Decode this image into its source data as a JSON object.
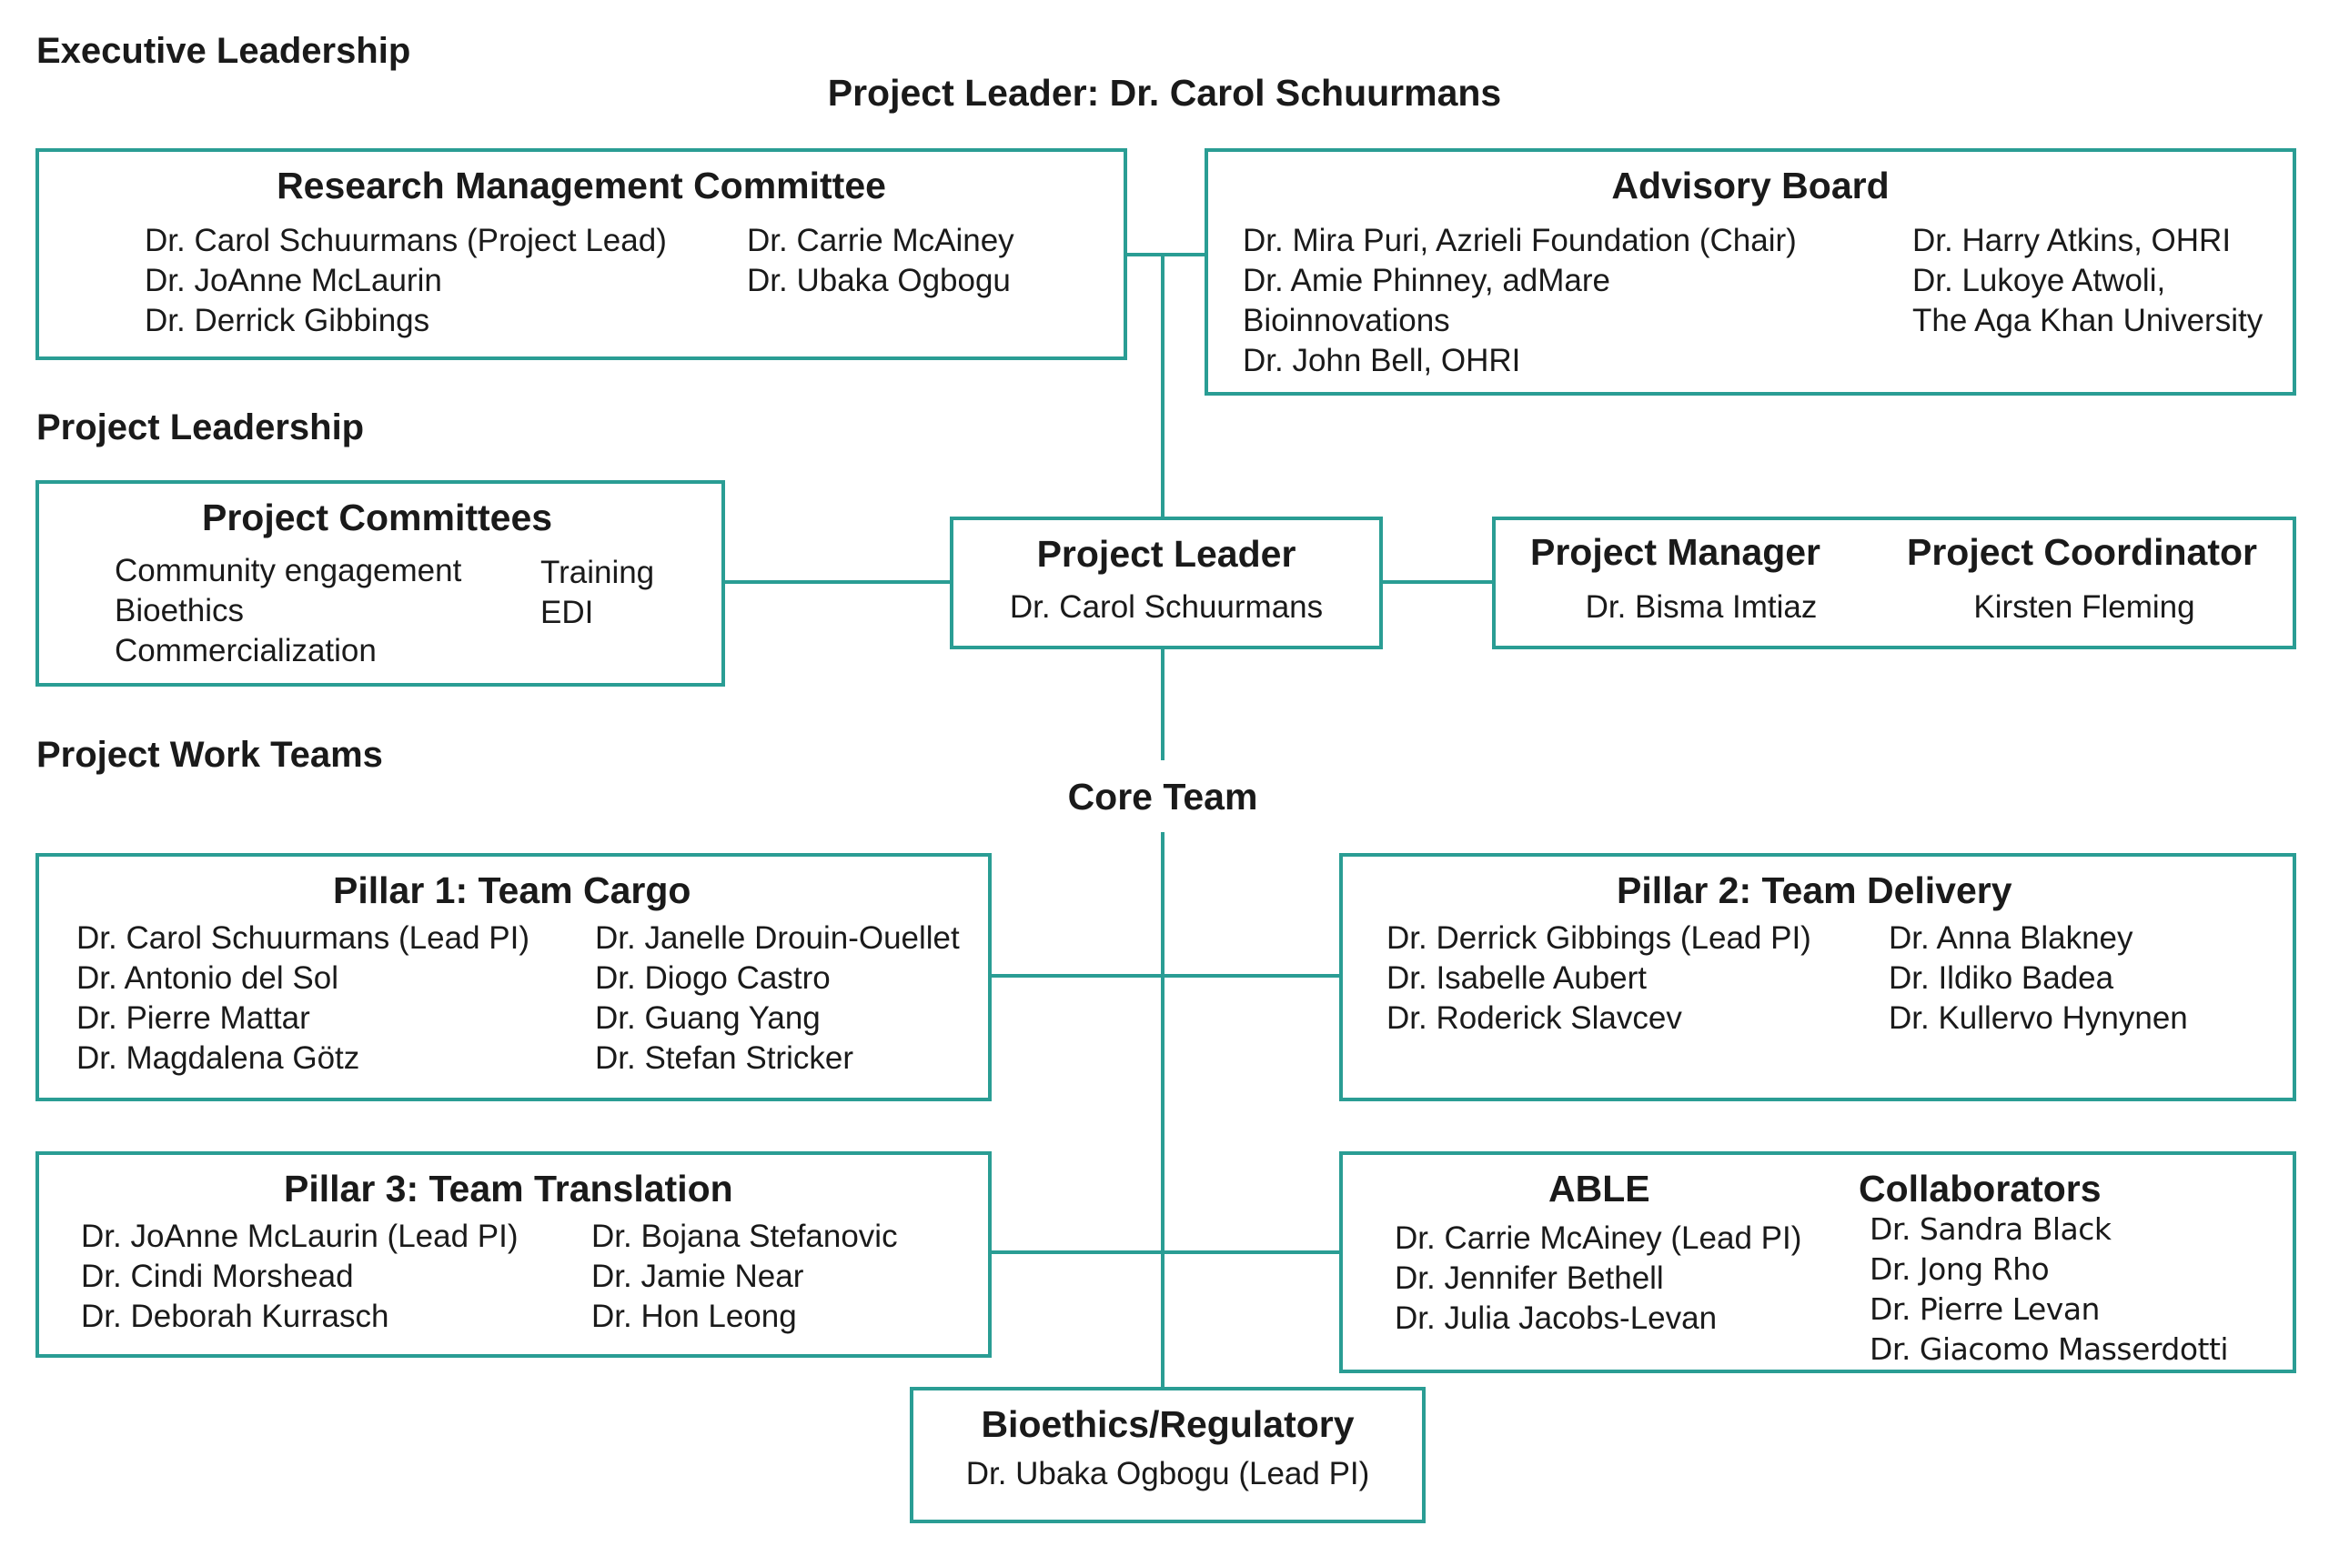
{
  "sections": {
    "executive": "Executive Leadership",
    "project_leadership": "Project Leadership",
    "work_teams": "Project Work Teams"
  },
  "top_title": "Project Leader: Dr. Carol Schuurmans",
  "rmc": {
    "title": "Research Management Committee",
    "col1": [
      "Dr. Carol Schuurmans (Project Lead)",
      "Dr. JoAnne McLaurin",
      "Dr. Derrick Gibbings"
    ],
    "col2": [
      "Dr. Carrie McAiney",
      "Dr. Ubaka Ogbogu"
    ]
  },
  "advisory": {
    "title": "Advisory Board",
    "col1": [
      "Dr. Mira Puri, Azrieli Foundation (Chair)",
      "Dr. Amie Phinney, adMare",
      "Bioinnovations",
      "Dr. John Bell, OHRI"
    ],
    "col2": [
      "Dr. Harry Atkins, OHRI",
      "Dr. Lukoye Atwoli,",
      "The Aga Khan University"
    ]
  },
  "committees": {
    "title": "Project Committees",
    "col1": [
      "Community engagement",
      "Bioethics",
      "Commercialization"
    ],
    "col2": [
      "Training",
      "EDI"
    ]
  },
  "leader": {
    "title": "Project Leader",
    "name": "Dr. Carol Schuurmans"
  },
  "manager": {
    "title": "Project Manager",
    "name": "Dr. Bisma Imtiaz",
    "coord_title": "Project Coordinator",
    "coord_name": "Kirsten Fleming"
  },
  "core_team": "Core Team",
  "pillar1": {
    "title": "Pillar 1: Team Cargo",
    "col1": [
      "Dr. Carol Schuurmans (Lead PI)",
      "Dr. Antonio del Sol",
      "Dr. Pierre Mattar",
      "Dr. Magdalena Götz"
    ],
    "col2": [
      "Dr. Janelle Drouin-Ouellet",
      "Dr. Diogo Castro",
      "Dr. Guang Yang",
      "Dr. Stefan Stricker"
    ]
  },
  "pillar2": {
    "title": "Pillar 2: Team Delivery",
    "col1": [
      "Dr. Derrick Gibbings (Lead PI)",
      "Dr. Isabelle Aubert",
      "Dr. Roderick Slavcev"
    ],
    "col2": [
      "Dr. Anna Blakney",
      "Dr. Ildiko Badea",
      "Dr. Kullervo Hynynen"
    ]
  },
  "pillar3": {
    "title": "Pillar 3: Team Translation",
    "col1": [
      "Dr. JoAnne McLaurin (Lead PI)",
      "Dr. Cindi Morshead",
      "Dr. Deborah Kurrasch"
    ],
    "col2": [
      "Dr. Bojana Stefanovic",
      "Dr. Jamie Near",
      "Dr. Hon Leong"
    ]
  },
  "able": {
    "title": "ABLE",
    "members": [
      "Dr. Carrie McAiney (Lead PI)",
      "Dr. Jennifer Bethell",
      "Dr. Julia Jacobs-Levan"
    ],
    "collab_title": "Collaborators",
    "collaborators": [
      "Dr. Sandra Black",
      "Dr. Jong Rho",
      "Dr. Pierre Levan",
      "Dr. Giacomo Masserdotti"
    ]
  },
  "bioethics": {
    "title": "Bioethics/Regulatory",
    "name": "Dr. Ubaka Ogbogu (Lead PI)"
  },
  "colors": {
    "border": "#2a9d94",
    "text": "#1a1a1a"
  }
}
